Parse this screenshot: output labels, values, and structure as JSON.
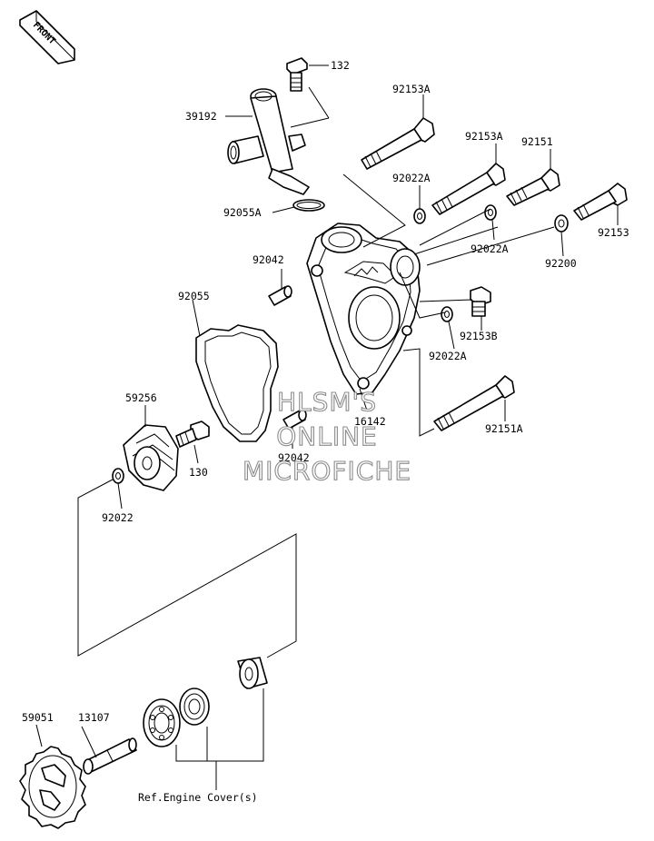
{
  "direction_tag": "FRONT",
  "part_labels": [
    {
      "id": "p132",
      "text": "132"
    },
    {
      "id": "p39192",
      "text": "39192"
    },
    {
      "id": "p92153A_1",
      "text": "92153A"
    },
    {
      "id": "p92153A_2",
      "text": "92153A"
    },
    {
      "id": "p92151",
      "text": "92151"
    },
    {
      "id": "p92022A_1",
      "text": "92022A"
    },
    {
      "id": "p92055A",
      "text": "92055A"
    },
    {
      "id": "p92153",
      "text": "92153"
    },
    {
      "id": "p92022A_2",
      "text": "92022A"
    },
    {
      "id": "p92200",
      "text": "92200"
    },
    {
      "id": "p92042_1",
      "text": "92042"
    },
    {
      "id": "p92055",
      "text": "92055"
    },
    {
      "id": "p92153B",
      "text": "92153B"
    },
    {
      "id": "p92022A_3",
      "text": "92022A"
    },
    {
      "id": "p59256",
      "text": "59256"
    },
    {
      "id": "p16142",
      "text": "16142"
    },
    {
      "id": "p92151A",
      "text": "92151A"
    },
    {
      "id": "p92042_2",
      "text": "92042"
    },
    {
      "id": "p130",
      "text": "130"
    },
    {
      "id": "p92022",
      "text": "92022"
    },
    {
      "id": "p59051",
      "text": "59051"
    },
    {
      "id": "p13107",
      "text": "13107"
    }
  ],
  "reference_note": "Ref.Engine Cover(s)",
  "watermark": [
    "HLSM'S",
    "ONLINE",
    "MICROFICHE"
  ]
}
